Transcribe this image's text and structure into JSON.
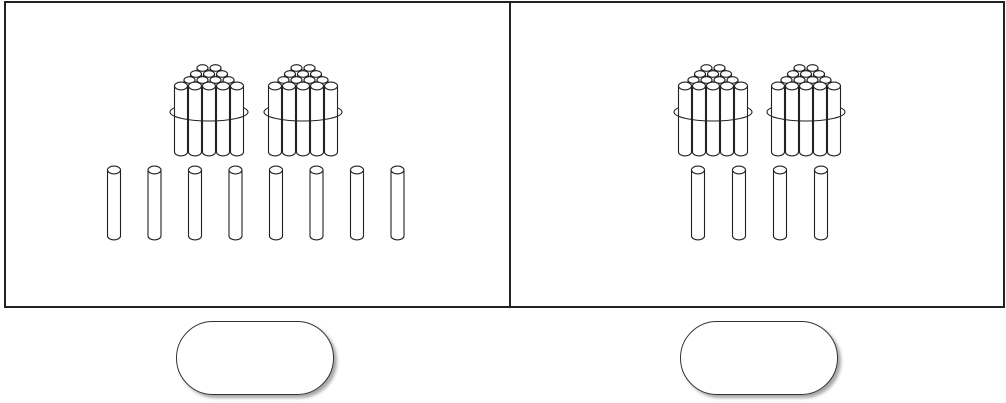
{
  "panels": [
    {
      "id": "left",
      "bundles_of_ten": 2,
      "single_sticks": 8,
      "answer": ""
    },
    {
      "id": "right",
      "bundles_of_ten": 2,
      "single_sticks": 4,
      "answer": ""
    }
  ],
  "colors": {
    "stroke": "#222222",
    "fill": "#ffffff"
  }
}
